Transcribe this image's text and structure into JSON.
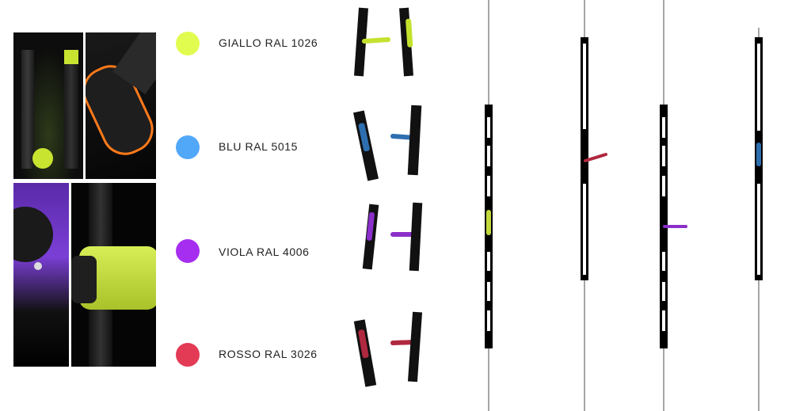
{
  "colors": [
    {
      "label": "GIALLO RAL 1026",
      "hex": "#e2fb4f"
    },
    {
      "label": "BLU RAL 5015",
      "hex": "#52a8f8"
    },
    {
      "label": "VIOLA RAL 4006",
      "hex": "#a62ef0"
    },
    {
      "label": "ROSSO RAL 3026",
      "hex": "#e33a56"
    }
  ],
  "product_colors": {
    "yellow": "#c3d83a",
    "blue": "#2e6fb0",
    "violet": "#8a2fc9",
    "red": "#b0283f",
    "orange": "#ff7a1a"
  }
}
